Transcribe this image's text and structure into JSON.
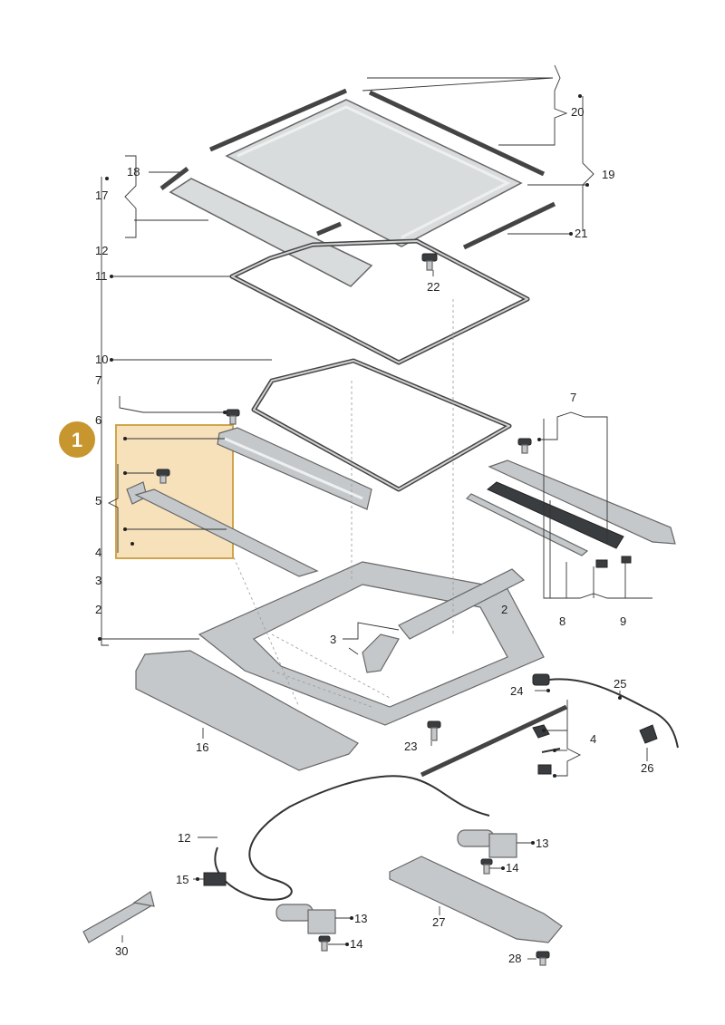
{
  "callouts": {
    "c1": "1",
    "c2": "2",
    "c2b": "2",
    "c3": "3",
    "c3b": "3",
    "c4": "4",
    "c4b": "4",
    "c5": "5",
    "c6": "6",
    "c7": "7",
    "c7b": "7",
    "c8": "8",
    "c9": "9",
    "c10": "10",
    "c11": "11",
    "c12": "12",
    "c12b": "12",
    "c13": "13",
    "c13b": "13",
    "c14": "14",
    "c14b": "14",
    "c15": "15",
    "c16": "16",
    "c17": "17",
    "c18": "18",
    "c19": "19",
    "c20": "20",
    "c21": "21",
    "c22": "22",
    "c23": "23",
    "c24": "24",
    "c25": "25",
    "c26": "26",
    "c27": "27",
    "c28": "28",
    "c30": "30"
  },
  "highlight": {
    "color": "#c8962e",
    "fill": "#f5dcb0"
  }
}
